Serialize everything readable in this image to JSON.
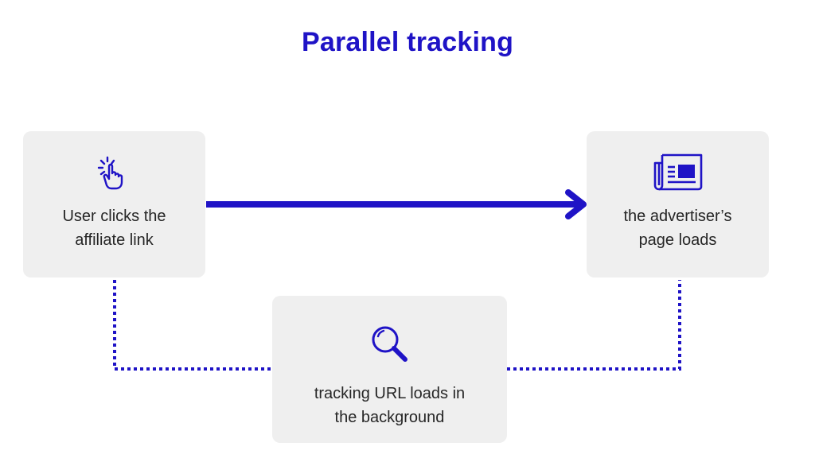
{
  "title": "Parallel tracking",
  "colors": {
    "accent": "#1f13c6",
    "box": "#efefef",
    "text": "#262626"
  },
  "nodes": {
    "user": {
      "line1": "User clicks the",
      "line2": "affiliate link",
      "icon": "pointer-click-icon"
    },
    "advertiser": {
      "line1": "the advertiser’s",
      "line2": "page loads",
      "icon": "newspaper-icon"
    },
    "tracking": {
      "line1": "tracking URL loads in",
      "line2": "the background",
      "icon": "magnifier-icon"
    }
  }
}
